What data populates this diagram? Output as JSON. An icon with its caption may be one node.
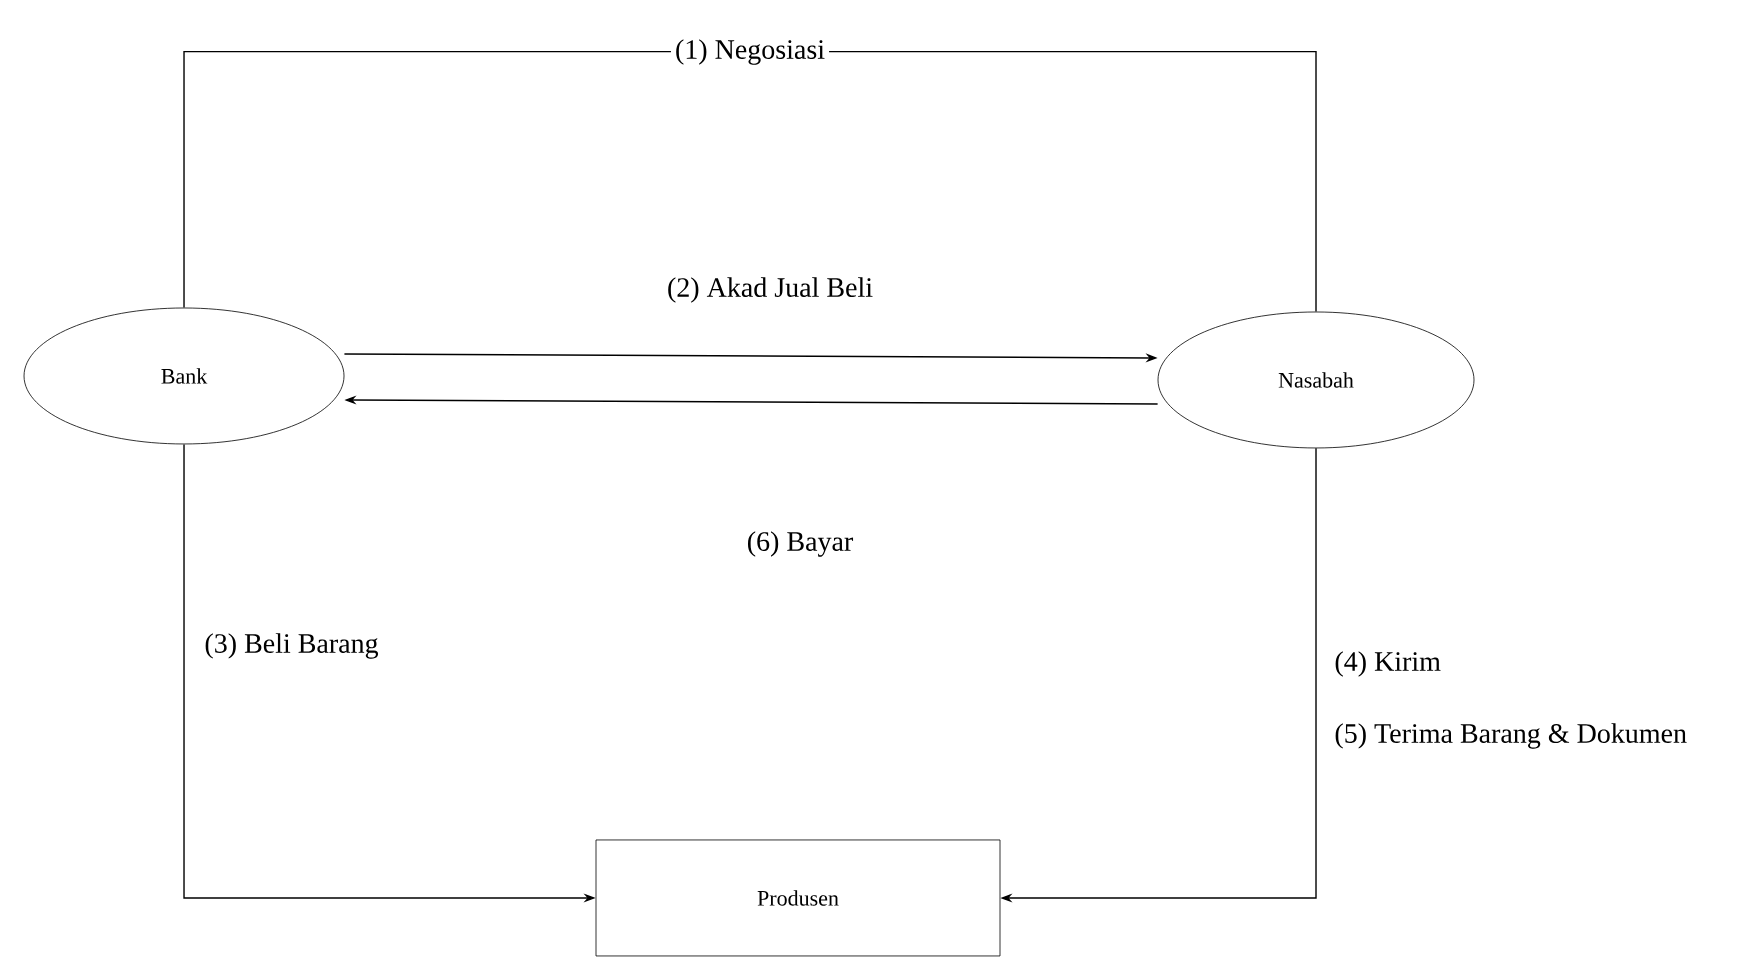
{
  "diagram": {
    "nodes": [
      {
        "text": [
          "Bank"
        ]
      },
      {
        "text": [
          "Nasabah"
        ]
      },
      {
        "text": [
          "Produsen"
        ]
      }
    ],
    "edges": [
      {
        "from": 0,
        "to": 1,
        "arrow": "none",
        "label": "(1) Negosiasi"
      },
      {
        "from": 0,
        "to": 1,
        "arrow": "to",
        "label": "(2) Akad Jual Beli"
      },
      {
        "from": 1,
        "to": 0,
        "arrow": "to",
        "label": "(6) Bayar"
      },
      {
        "from": 0,
        "to": 2,
        "arrow": "to",
        "label": "(3) Beli Barang"
      },
      {
        "from": 1,
        "to": 2,
        "arrow": "to",
        "label": "(4) Kirim"
      }
    ],
    "labels": [
      "(5) Terima Barang & Dokumen"
    ]
  }
}
